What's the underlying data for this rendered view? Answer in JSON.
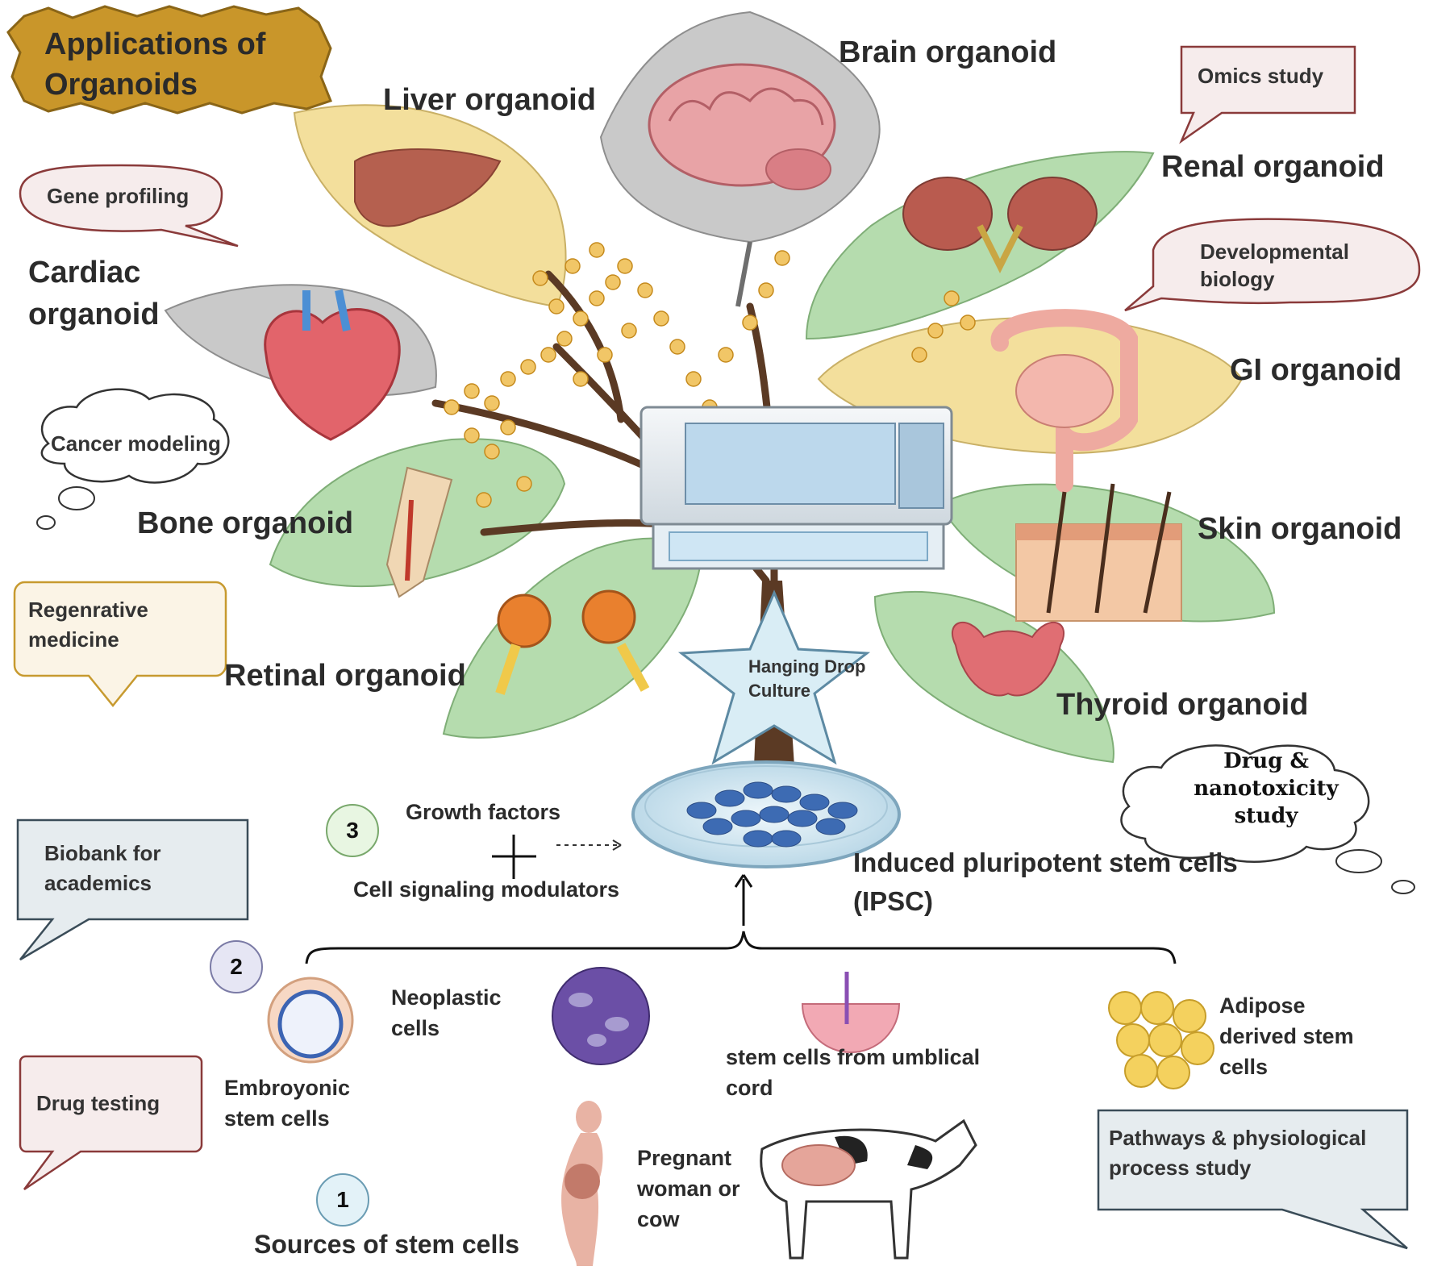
{
  "banner": {
    "title": "Applications of Organoids"
  },
  "organoids": {
    "brain": "Brain organoid",
    "liver": "Liver organoid",
    "renal": "Renal organoid",
    "cardiac": "Cardiac organoid",
    "gi": "GI organoid",
    "bone": "Bone organoid",
    "skin": "Skin organoid",
    "retinal": "Retinal organoid",
    "thyroid": "Thyroid organoid"
  },
  "applications": {
    "omics": "Omics study",
    "gene_profiling": "Gene profiling",
    "developmental": "Developmental biology",
    "cancer": "Cancer modeling",
    "regenerative": "Regenrative medicine",
    "drug_nano": "Drug & nanotoxicity study",
    "biobank": "Biobank for academics",
    "drug_testing": "Drug testing",
    "pathways": "Pathways & physiological process study"
  },
  "culture": {
    "label": "Hanging Drop Culture"
  },
  "steps": {
    "step1_num": "1",
    "step1_label": "Sources of stem cells",
    "step2_num": "2",
    "step3_num": "3",
    "growth_factors": "Growth factors",
    "modulators": "Cell signaling modulators",
    "ipsc": "Induced pluripotent stem cells (IPSC)"
  },
  "sources": {
    "embryonic": "Embroyonic stem cells",
    "neoplastic": "Neoplastic cells",
    "umbilical": "stem cells from umblical cord",
    "adipose": "Adipose derived stem cells",
    "pregnant": "Pregnant woman or cow"
  },
  "colors": {
    "banner": "#c9962a",
    "leaf_yellow": "#f3df9c",
    "leaf_green": "#b5dcae",
    "leaf_gray": "#c9c9c9",
    "star": "#d9edf5",
    "trunk": "#5b3a24",
    "blossom": "#f1c667"
  }
}
